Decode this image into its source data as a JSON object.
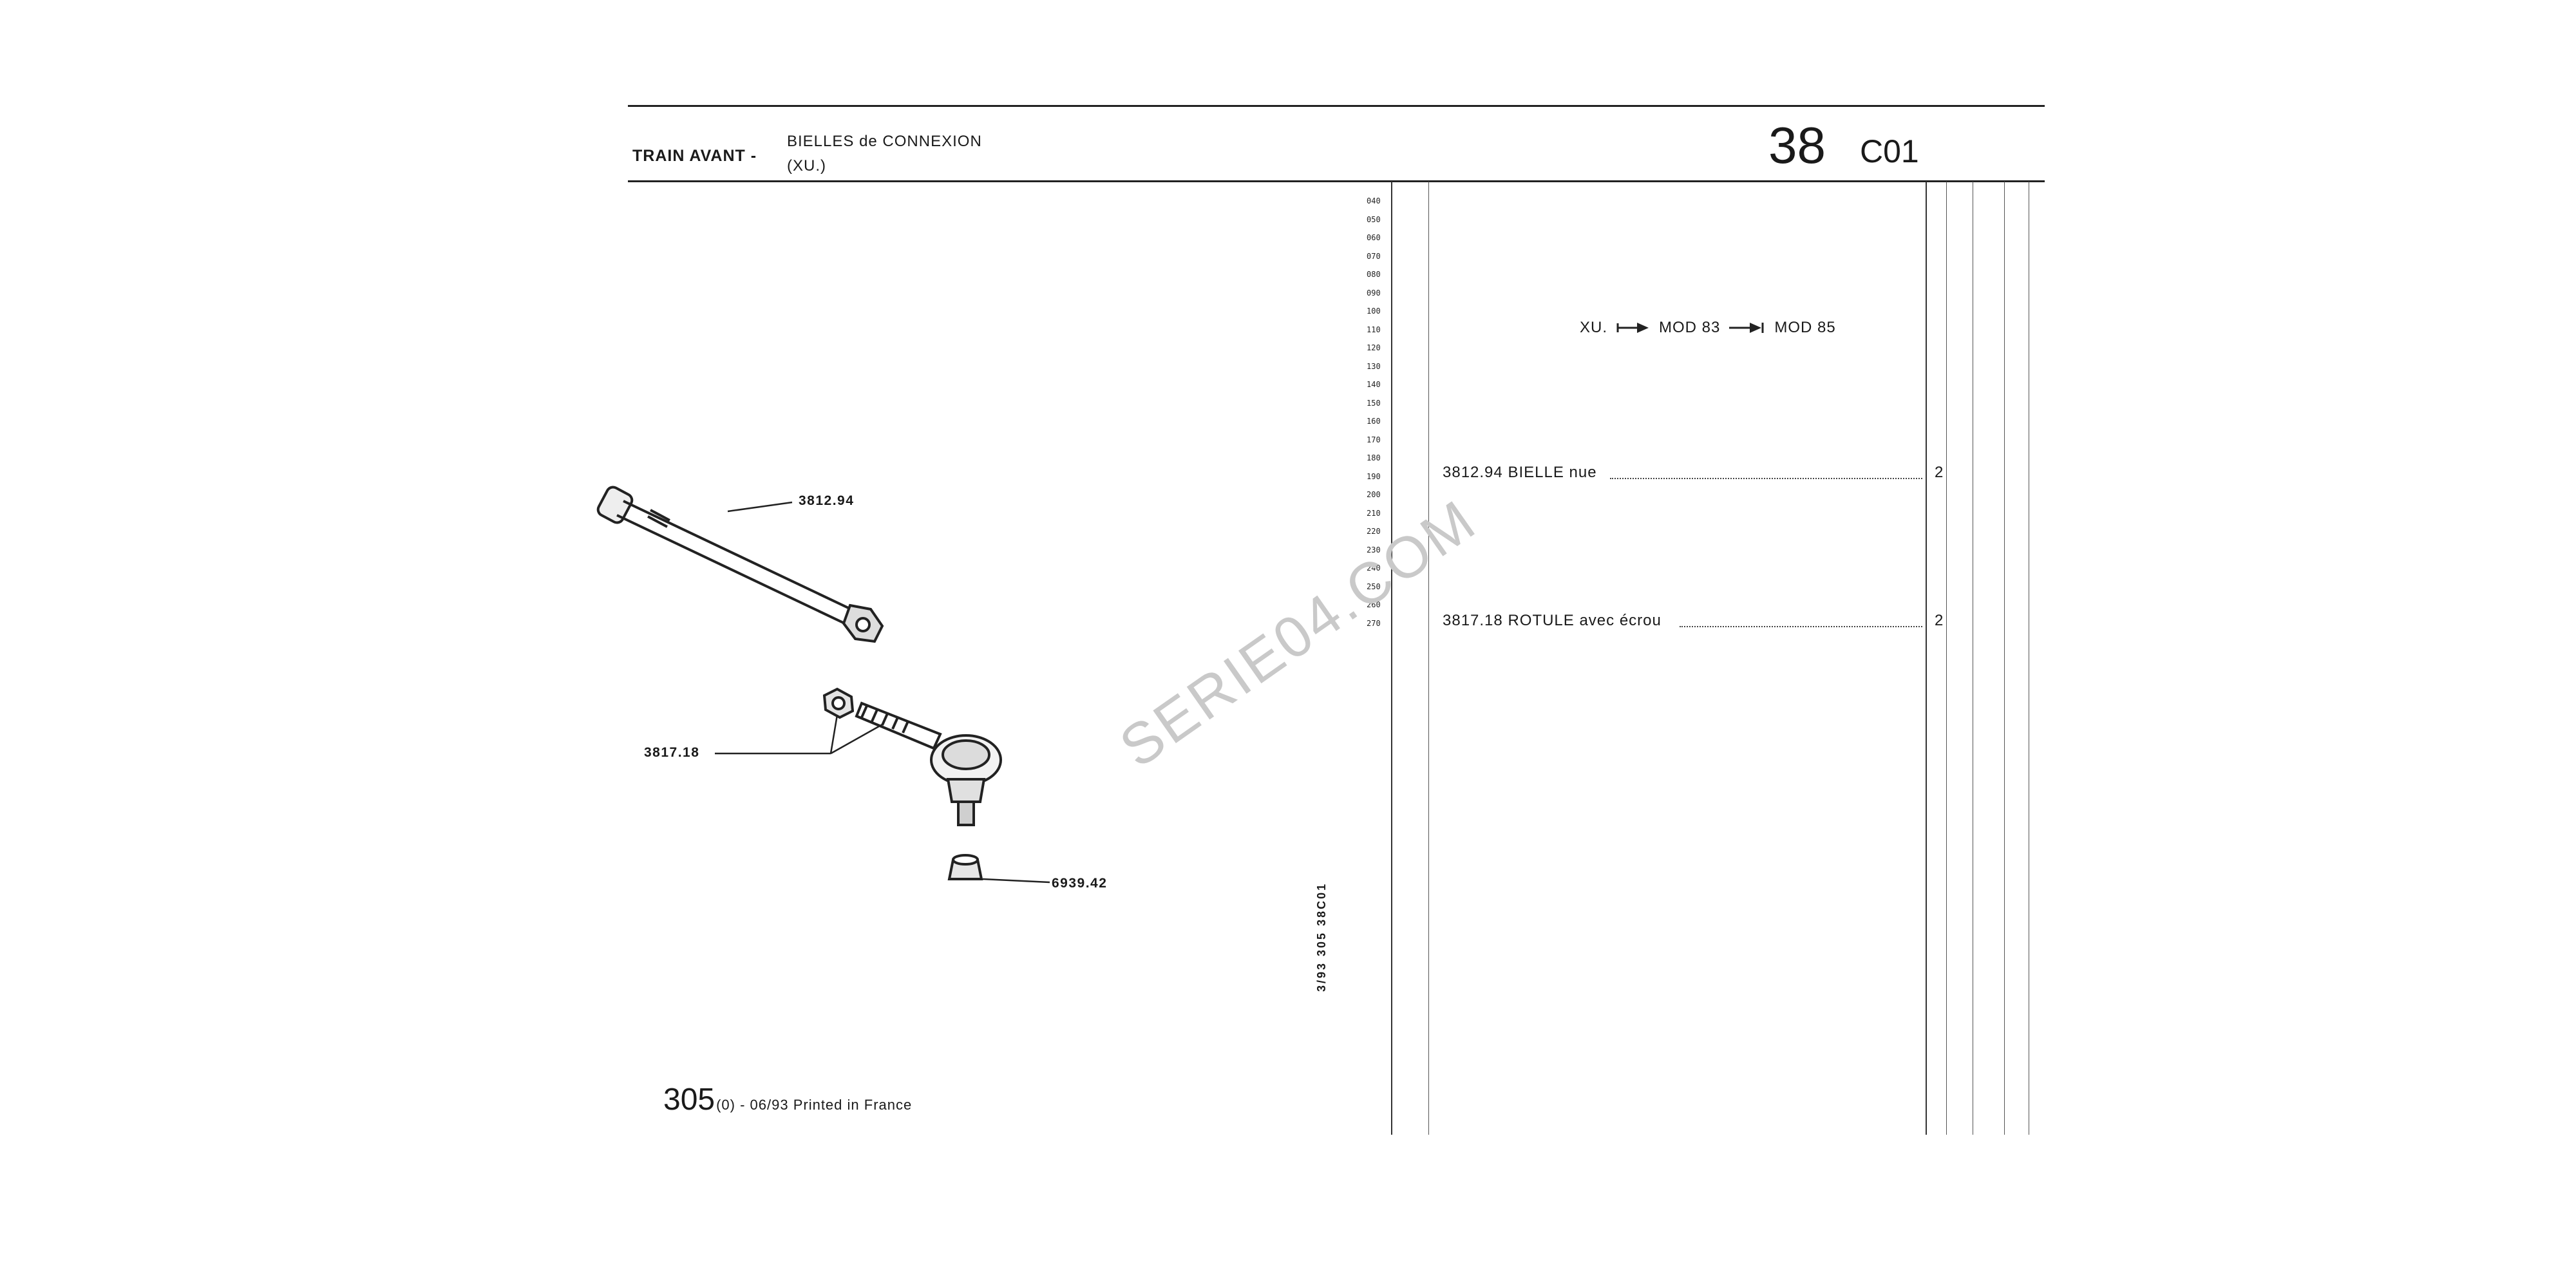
{
  "header": {
    "section": "TRAIN AVANT -",
    "subtitle_line1": "BIELLES de CONNEXION",
    "subtitle_line2": "(XU.)",
    "page_number": "38",
    "page_code": "C01"
  },
  "line_numbers": [
    "040",
    "050",
    "060",
    "070",
    "080",
    "090",
    "100",
    "110",
    "120",
    "130",
    "140",
    "150",
    "160",
    "170",
    "180",
    "190",
    "200",
    "210",
    "220",
    "230",
    "240",
    "250",
    "260",
    "270"
  ],
  "model_note": {
    "engine": "XU.",
    "from": "MOD 83",
    "to": "MOD 85"
  },
  "parts": [
    {
      "ref": "3812.94",
      "description": "BIELLE nue",
      "qty": "2"
    },
    {
      "ref": "3817.18",
      "description": "ROTULE avec écrou",
      "qty": "2"
    }
  ],
  "callouts": {
    "rod": "3812.94",
    "ball_joint": "3817.18",
    "boot": "6939.42"
  },
  "side_code": "3/93  305  38C01",
  "footer": {
    "model": "305",
    "detail": "(0) - 06/93 Printed in France"
  },
  "watermark": "SERIE04.COM"
}
